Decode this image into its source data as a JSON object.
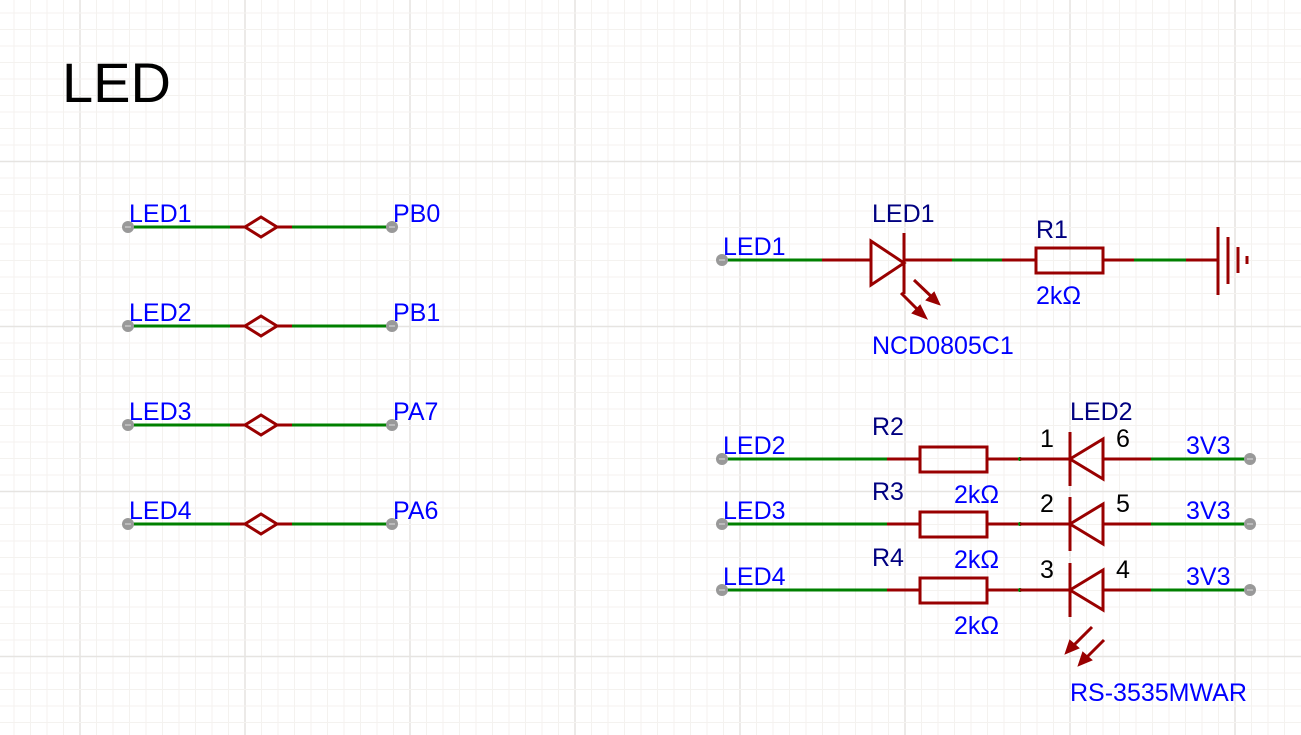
{
  "sheet": {
    "title": "LED",
    "colors": {
      "wire": "#008000",
      "symbol": "#990000",
      "net_label": "#0000ff",
      "designator": "#000080",
      "pin_number": "#000000",
      "pin_dot": "#999999",
      "grid_minor": "#f3f1ee",
      "grid_major": "#e8e6e3"
    }
  },
  "net_ports": [
    {
      "left_label": "LED1",
      "right_label": "PB0"
    },
    {
      "left_label": "LED2",
      "right_label": "PB1"
    },
    {
      "left_label": "LED3",
      "right_label": "PA7"
    },
    {
      "left_label": "LED4",
      "right_label": "PA6"
    }
  ],
  "led1_circuit": {
    "net_label": "LED1",
    "led": {
      "designator": "LED1",
      "part": "NCD0805C1"
    },
    "resistor": {
      "designator": "R1",
      "value": "2kΩ"
    },
    "ground_icon": "ground-icon"
  },
  "led2_circuit": {
    "led": {
      "designator": "LED2",
      "part": "RS-3535MWAR"
    },
    "channels": [
      {
        "net_label": "LED2",
        "resistor": "R2",
        "value": "2kΩ",
        "pin_left": "1",
        "pin_right": "6",
        "supply": "3V3"
      },
      {
        "net_label": "LED3",
        "resistor": "R3",
        "value": "2kΩ",
        "pin_left": "2",
        "pin_right": "5",
        "supply": "3V3"
      },
      {
        "net_label": "LED4",
        "resistor": "R4",
        "value": "2kΩ",
        "pin_left": "3",
        "pin_right": "4",
        "supply": "3V3"
      }
    ]
  }
}
